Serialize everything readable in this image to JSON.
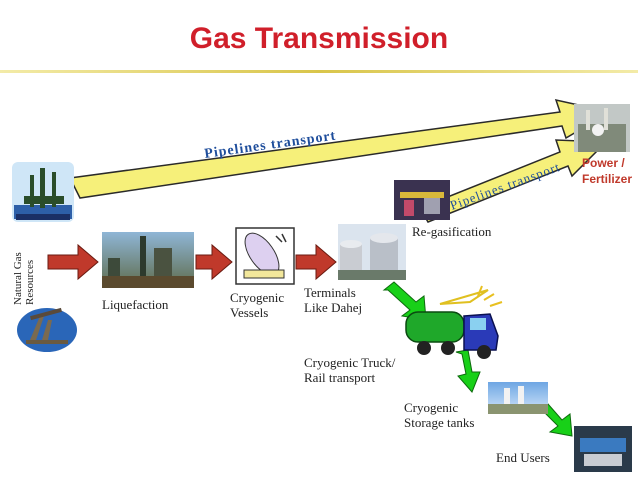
{
  "title": "Gas Transmission",
  "side_label": [
    "Natural Gas",
    "Resources"
  ],
  "arrow_labels": {
    "pipeline_top": "Pipelines transport",
    "pipeline_mid": "Pipelines transport"
  },
  "nodes": {
    "liquefaction": "Liquefaction",
    "cryogenic_vessels": [
      "Cryogenic",
      "Vessels"
    ],
    "terminals": [
      "Terminals",
      "Like Dahej"
    ],
    "regasification": "Re-gasification",
    "power_fertilizer": [
      "Power /",
      "Fertilizer"
    ],
    "truck_rail": [
      "Cryogenic Truck/",
      "Rail transport"
    ],
    "storage_tanks": [
      "Cryogenic",
      "Storage tanks"
    ],
    "end_users": "End Users"
  },
  "colors": {
    "title": "#d01f2a",
    "pipeline_arrow": "#f6f07a",
    "flow_arrow": "#c0392b",
    "distribution_arrow": "#18d018",
    "pipeline_text": "#1f4e9c"
  }
}
